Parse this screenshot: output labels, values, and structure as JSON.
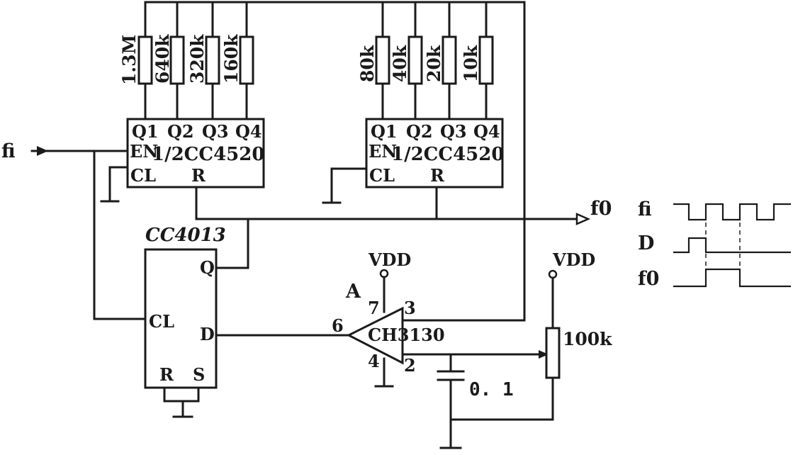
{
  "inputs": {
    "fi": "fi"
  },
  "outputs": {
    "fo": "f0"
  },
  "counter_left": {
    "chip": "1/2CC4520",
    "pins": {
      "q1": "Q1",
      "q2": "Q2",
      "q3": "Q3",
      "q4": "Q4",
      "en": "EN",
      "cl": "CL",
      "r": "R"
    },
    "resistors": [
      "1.3M",
      "640k",
      "320k",
      "160k"
    ]
  },
  "counter_right": {
    "chip": "1/2CC4520",
    "pins": {
      "q1": "Q1",
      "q2": "Q2",
      "q3": "Q3",
      "q4": "Q4",
      "en": "EN",
      "cl": "CL",
      "r": "R"
    },
    "resistors": [
      "80k",
      "40k",
      "20k",
      "10k"
    ]
  },
  "flipflop": {
    "chip": "CC4013",
    "pins": {
      "q": "Q",
      "cl": "CL",
      "d": "D",
      "r": "R",
      "s": "S"
    }
  },
  "opamp": {
    "ref": "A",
    "chip": "CH3130",
    "pins": {
      "p7": "7",
      "p3": "3",
      "p6": "6",
      "p4": "4",
      "p2": "2"
    }
  },
  "power": {
    "vdd_opamp": "VDD",
    "vdd_pot": "VDD"
  },
  "potentiometer": {
    "value": "100k"
  },
  "capacitor": {
    "value": "0. 1"
  },
  "waveforms": {
    "labels": [
      "fi",
      "D",
      "f0"
    ]
  }
}
